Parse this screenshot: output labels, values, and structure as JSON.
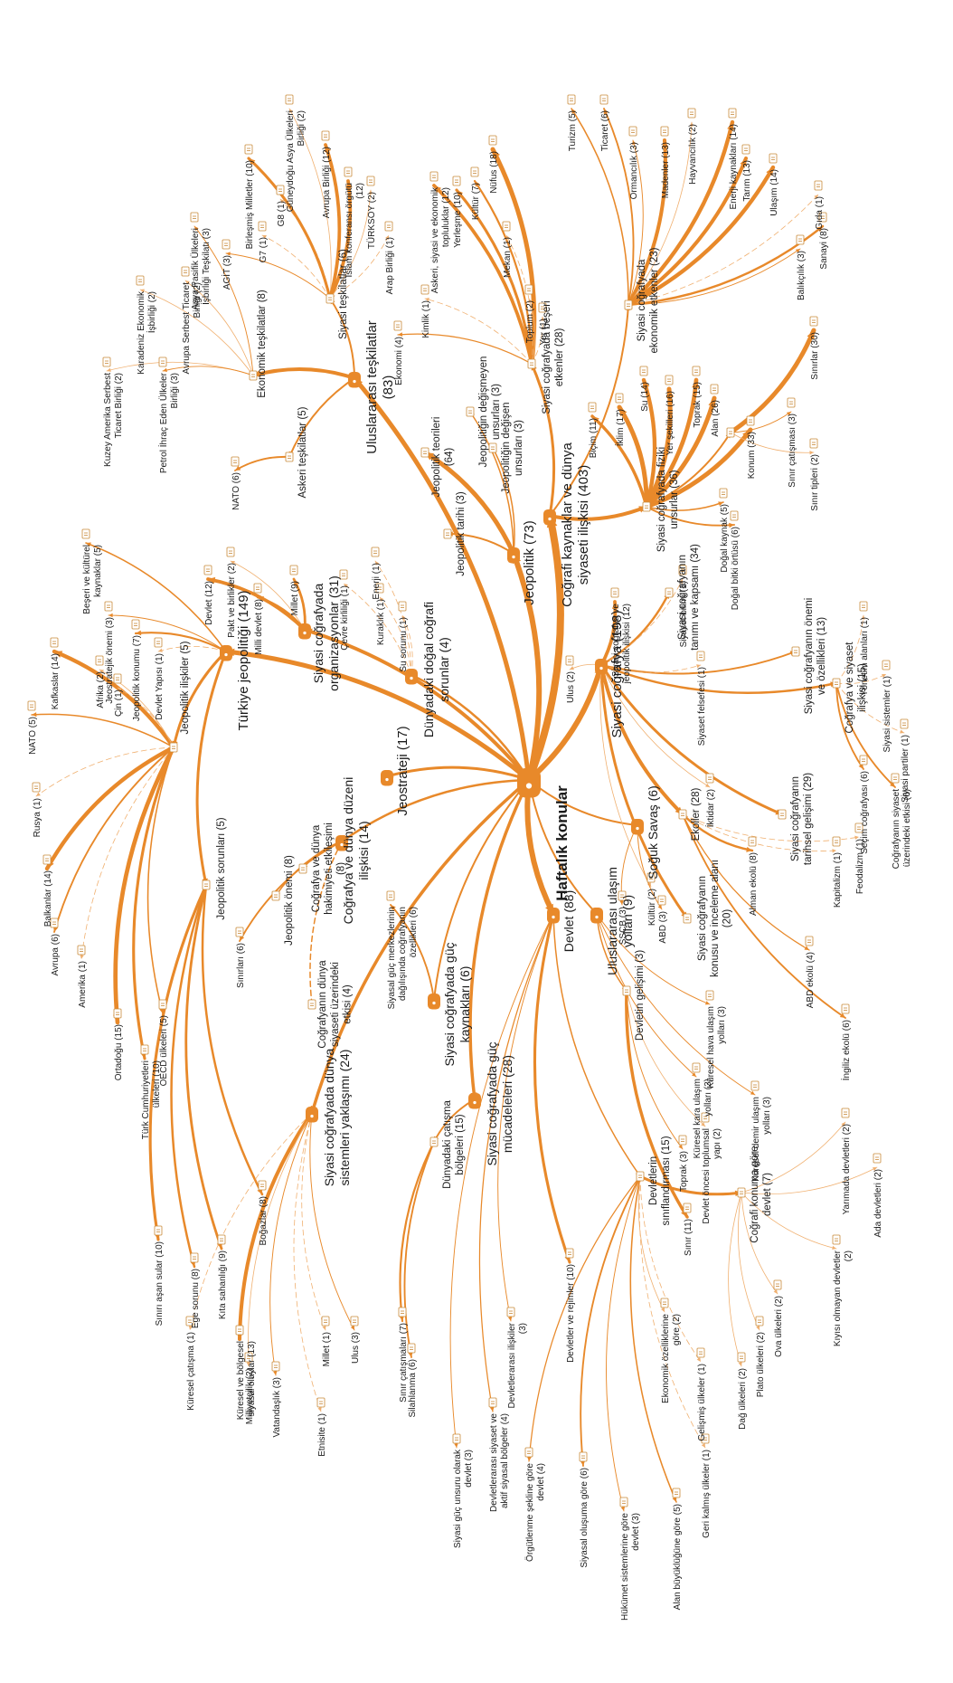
{
  "colors": {
    "edge": "#e8892a",
    "edge_light": "#f0b070",
    "hub": "#e8892a",
    "text": "#1a1a1a"
  },
  "root": {
    "label": "Haftalık konular"
  },
  "nodes": {
    "jeostrateji": "Jeostrateji (17)",
    "dunyadaki_dogal": "Dünyadaki doğal coğrafi sorunlar (4)",
    "siyasi_org": "Siyasi coğrafyada organizasyonlar (31)",
    "turkiye": "Türkiye jeopolitiği (149)",
    "cog_dunya_duzeni": "Coğrafya ve dünya düzeni ilişkisi (14)",
    "sistemler": "Siyasi coğrafyada dünya sistemleri yaklaşımı (24)",
    "guc_kaynaklari": "Siyasi coğrafyada güç kaynakları (6)",
    "guc_mucadeleleri": "Siyasi coğrafyada güç mücadeleleri (28)",
    "devlet": "Devlet (88)",
    "ulasim": "Uluslararası ulaşım yolları (9)",
    "soguk_savas": "Soğuk Savaş (6)",
    "siyasi_cografya": "Siyasi coğrafya (198)",
    "kaynaklar": "Coğrafi kaynaklar ve dünya siyaseti ilişkisi (403)",
    "jeopolitik": "Jeopolitik (73)",
    "teskilatlar": "Uluslararası teşkilatlar (83)",
    "jeopolitik_iliskiler": "Jeopolitik ilişkiler (5)",
    "jeopolitik_sorunlari": "Jeopolitik sorunları (5)",
    "jeopolitik_onemi": "Jeopolitik önemi (8)",
    "cog_hakimiyet": "Coğrafya ve dünya hakimiyeti etkileşimi (8)",
    "cog_dunya_siyaseti": "Coğrafyanın dünya siyaseti üzerindeki etkisi (4)",
    "ekonomik_teskilatlar": "Ekonomik teşkilatlar (8)",
    "askeri_teskilatlar": "Askeri teşkilatlar (5)",
    "siyasi_teskilatlar": "Siyasi teşkilatlar (6)",
    "jeopolitik_teorileri": "Jeopolitik teorileri (64)",
    "jeopolitik_tarihi": "Jeopolitik tarihi (3)",
    "degismeyen": "Jeopolitiğin değişmeyen unsurları (3)",
    "degisen": "Jeopolitiğin değişen unsurları (3)",
    "beseri": "Siyasi coğrafyada beşeri etkenler (28)",
    "ekonomik_etkenler": "Siyasi coğrafyada ekonomik etkenler (23)",
    "fiziki": "Siyasi coğrafyada fiziki unsurlar (36)",
    "ekoller": "Ekoller (28)",
    "tarihsel": "Siyasi coğrafyanın tarihsel gelişimi (29)",
    "konusu": "Siyasi coğrafyanın konusu ve inceleme alanı (20)",
    "cog_siyaset": "Coğrafya ve siyaset ilişkisi (15)",
    "onemi_ozellikleri": "Siyasi coğrafyanın önemi ve özellikleri (13)",
    "tanimi": "Siyasi coğrafyanın tanımı ve kapsamı (34)",
    "devletin_gelisimi": "Devletin gelişimi (3)",
    "siniflandirmasi": "Devletlerin sınıflandırması (15)",
    "konuma_gore": "Coğrafi konuma göre devlet (7)",
    "dunyadaki_catisma": "Dünyadaki çatışma bölgeleri (15)"
  },
  "leaves": {
    "jeopolitik_iliskiler": [
      "Kafkaslar (14)",
      "NATO (5)",
      "Afrika (2)",
      "Çin (1)",
      "Rusya (1)",
      "Balkanlar (14)",
      "Avrupa (6)",
      "Amerika (1)",
      "Ortadoğu (15)",
      "Türk Cumhuriyetleri ülkeleri (10)",
      "OECD ülkeleri (5)"
    ],
    "jeopolitik_sorunlari": [
      "Sınırı aşan sular (10)",
      "Ege sorunu (8)",
      "Kıta sahanlığı (9)",
      "Boğazlar (8)"
    ],
    "turkiye": [
      "Beşeri ve kültürel kaynaklar (5)",
      "Jeostratejik önemi (3)",
      "Jeopolitik konumu (7)",
      "Devlet Yapısı (1)"
    ],
    "cog_dunya_duzeni": [
      "Sınırları (6)"
    ],
    "siyasi_org": [
      "Devlet (12)",
      "Pakt ve birlikler (2)",
      "Milli devlet (8)",
      "Millet (9)"
    ],
    "dunyadaki_dogal": [
      "Çevre kirliliği (1)",
      "Enerji (1)",
      "Kuraklık (1)",
      "Su sorunu (1)"
    ],
    "ekonomik_teskilatlar": [
      "Kuzey Amerika Serbest Ticaret Birliği (2)",
      "Petrol İhraç Eden Ülkeler Birliği (3)",
      "Karadeniz Ekonomik İşbirliği (2)",
      "Avrupa Serbest Ticaret Birliği (2)",
      "Asya Pasifik Ülkeleri İşbirliği Teşkilatı (3)"
    ],
    "askeri_teskilatlar": [
      "NATO (6)"
    ],
    "siyasi_teskilatlar": [
      "AGİT (3)",
      "G7 (1)",
      "G8 (1)",
      "Birleşmiş Milletler (10)",
      "Güneydoğu Asya Ülkeleri Birliği (2)",
      "Avrupa Birliği (12)",
      "İslam konferansı örgütü (12)",
      "TÜRKSOY (2)",
      "Arap Birliği (1)"
    ],
    "beseri": [
      "Ekonomi (4)",
      "Kimlik (1)",
      "Askeri, siyasi ve ekonomik topluluklar (12)",
      "Yerleşme (10)",
      "Kültür (7)",
      "Nüfus (18)",
      "Mekan (1)",
      "Toplum (2)",
      "Yer (1)"
    ],
    "ekonomik_etkenler": [
      "Turizm (5)",
      "Ticaret (6)",
      "Ormancılık (3)",
      "Madenler (13)",
      "Hayvancılık (2)",
      "Enerji kaynakları (14)",
      "Tarım (13)",
      "Ulaşım (14)",
      "Gıda (1)",
      "Sanayi (8)",
      "Balıkçılık (3)"
    ],
    "fiziki": [
      "Biçim (11)",
      "İklim (17)",
      "Su (14)",
      "Yer şekilleri (16)",
      "Toprak (15)",
      "Alan (26)",
      "Konum (33)",
      "Doğal kaynak (5)",
      "Doğal bitki örtüsü (6)"
    ],
    "sinirlar": [
      "Sınırlar (30)",
      "Sınır çatışması (3)",
      "Sınır tipleri (2)"
    ],
    "siyasi_cografya": [
      "Ulus (2)",
      "Siyasi coğrafya ve jeopolitik ilişkisi (12)",
      "Siyaset bilimi (1)",
      "Siyaset felsefesi (1)",
      "İktidar (2)",
      "Kültür (2)"
    ],
    "cog_siyaset": [
      "Yönetim alanları (1)",
      "Siyasi sistemler (1)",
      "Siyasi partiler (1)",
      "Seçim coğrafyası (6)",
      "Coğrafyanın siyaset üzerindeki etkisi (6)"
    ],
    "ekoller": [
      "Alman ekolü (8)",
      "Kapitalizm (1)",
      "Feodalizm (1)",
      "ABD ekolü (4)",
      "İngiliz ekolü (6)"
    ],
    "soguk_savas": [
      "SSCB (3)",
      "ABD (3)"
    ],
    "ulasim": [
      "Küresel hava ulaşım yolları (3)",
      "Küresel kara ulaşım yolları (3)",
      "Küresel demir ulaşım yolları (3)"
    ],
    "devletin_gelisimi": [
      "Toprak (3)",
      "Devlet öncesi toplumsal yapı (2)",
      "Sınır (11)"
    ],
    "konuma_gore": [
      "Yarımada devletleri (2)",
      "Ada devletleri (2)",
      "Kıyısı olmayan devletler (2)",
      "Ova ülkeleri (2)",
      "Plato ülkeleri (2)",
      "Dağ ülkeleri (2)"
    ],
    "siniflandirmasi": [
      "Ekonomik özelliklerine göre (2)",
      "Gelişmiş ülkeler (1)",
      "Geri kalmış ülkeler (1)",
      "Alan büyüklüğüne göre (5)",
      "Hükümet sistemlerine göre devlet (3)",
      "Siyasal oluşuma göre (6)",
      "Örgütlenme şekline göre devlet (4)"
    ],
    "devlet": [
      "Devletler ve rejimler (10)",
      "Devletlerarası ilişkiler (3)",
      "Devletlerarası siyaset ve aktif siyasal bölgeler (4)",
      "Siyasi güç unsuru olarak devlet (3)"
    ],
    "dunyadaki_catisma": [
      "Sınır çatışmaları (7)",
      "Silahlanma (6)"
    ],
    "guc_kaynaklari": [
      "Siyasal güç merkezlerinin dağılışında coğrafyanın özellikleri (6)"
    ],
    "sistemler": [
      "Küresel ve bölgesel siyasal olaylar (13)",
      "Küresel çatışma (1)",
      "Milliyetçilik (2)",
      "Vatandaşlık (3)",
      "Etnisite (1)",
      "Millet (1)",
      "Ulus (3)"
    ]
  }
}
